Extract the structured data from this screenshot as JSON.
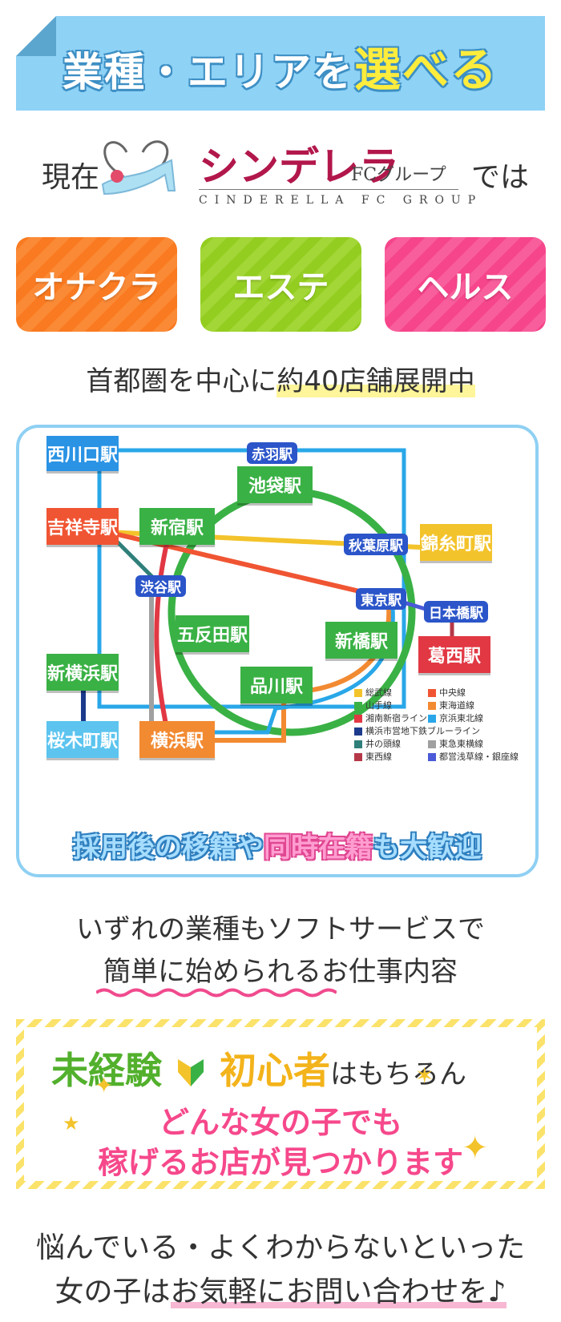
{
  "banner": {
    "title_pre": "業種・エリアを",
    "title_highlight": "選べる"
  },
  "logo_row": {
    "prefix": "現在",
    "brand": "シンデレラ",
    "brand_sub": "FCグループ",
    "brand_en": "CINDERELLA FC GROUP",
    "suffix": "では"
  },
  "categories": [
    {
      "label": "オナクラ",
      "color": "#f97a20"
    },
    {
      "label": "エステ",
      "color": "#93cd20"
    },
    {
      "label": "ヘルス",
      "color": "#f6458b"
    }
  ],
  "expansion": {
    "pre": "首都圏を中心に",
    "highlight": "約40店舗展開中"
  },
  "map": {
    "stations": {
      "nishikawaguchi": "西川口駅",
      "akabane": "赤羽駅",
      "ikebukuro": "池袋駅",
      "kichijoji": "吉祥寺駅",
      "shinjuku": "新宿駅",
      "akihabara": "秋葉原駅",
      "kinshicho": "錦糸町駅",
      "shibuya": "渋谷駅",
      "tokyo": "東京駅",
      "nihonbashi": "日本橋駅",
      "gotanda": "五反田駅",
      "shimbashi": "新橋駅",
      "kasai": "葛西駅",
      "shinyokohama": "新横浜駅",
      "shinagawa": "品川駅",
      "sakuragicho": "桜木町駅",
      "yokohama": "横浜駅"
    },
    "legend": [
      {
        "label": "総武線",
        "color": "#f3c32b"
      },
      {
        "label": "中央線",
        "color": "#f05533"
      },
      {
        "label": "山手線",
        "color": "#3ab145"
      },
      {
        "label": "東海道線",
        "color": "#f28a32"
      },
      {
        "label": "湘南新宿ライン",
        "color": "#e13844"
      },
      {
        "label": "京浜東北線",
        "color": "#29a7e8"
      },
      {
        "label": "横浜市営地下鉄ブルーライン",
        "color": "#1c3a8c"
      },
      {
        "label": "井の頭線",
        "color": "#2f7f7a"
      },
      {
        "label": "東急東横線",
        "color": "#a0a0a0"
      },
      {
        "label": "東西線",
        "color": "#b53848"
      },
      {
        "label": "都営浅草線・銀座線",
        "color": "#4a5ad8"
      }
    ],
    "caption_pre": "採用後の移籍や",
    "caption_highlight": "同時在籍",
    "caption_post": "も大歓迎"
  },
  "soft_service": {
    "line1": "いずれの業種もソフトサービスで",
    "line2": "簡単に始められるお仕事内容"
  },
  "beginners": {
    "green": "未経験",
    "yellow": "初心者",
    "tail": "はもちろん",
    "line2": "どんな女の子でも",
    "line3": "稼げるお店が見つかります"
  },
  "closing": {
    "line1": "悩んでいる・よくわからないといった",
    "line2_pre": "女の子は",
    "line2_ul": "お気軽にお問い合わせを♪"
  }
}
